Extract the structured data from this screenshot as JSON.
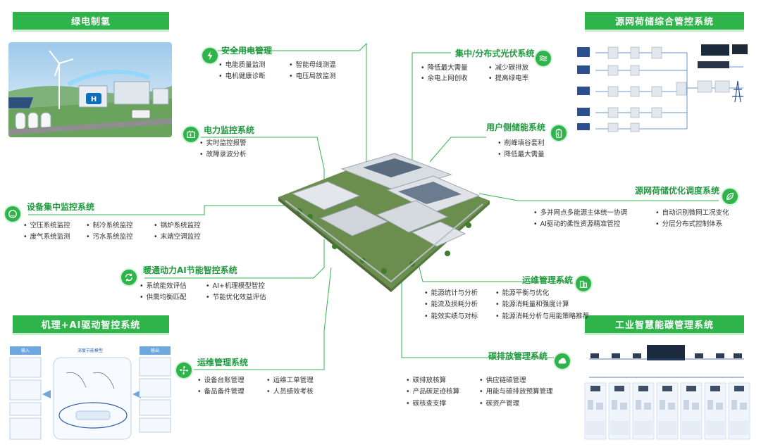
{
  "panels": {
    "green_hydrogen": "绿电制氢",
    "source_grid": "源网荷储综合管控系统",
    "mech_ai": "机理+AI驱动智控系统",
    "industrial_carbon": "工业智慧能碳管理系统"
  },
  "systems": {
    "safety": {
      "title": "安全用电管理",
      "features": [
        "电能质量监测",
        "智能母线测温",
        "电机健康诊断",
        "电压局放监测"
      ]
    },
    "power_monitor": {
      "title": "电力监控系统",
      "features": [
        "实时监控报警",
        "故障录波分析"
      ]
    },
    "equipment": {
      "title": "设备集中监控系统",
      "features": [
        "空压系统监控",
        "制冷系统监控",
        "锅炉系统监控",
        "废气系统监测",
        "污水系统监控",
        "末端空调监控"
      ]
    },
    "hvac": {
      "title": "暖通动力AI节能智控系统",
      "features": [
        "系统能效评估",
        "AI+机理模型智控",
        "供需均衡匹配",
        "节能优化效益评估"
      ]
    },
    "ops_left": {
      "title": "运维管理系统",
      "features": [
        "设备台账管理",
        "运维工单管理",
        "备品备件管理",
        "人员绩效考核"
      ]
    },
    "pv": {
      "title": "集中/分布式光伏系统",
      "features": [
        "降低最大需量",
        "减少碳排放",
        "余电上网创收",
        "提高绿电率"
      ]
    },
    "storage": {
      "title": "用户侧储能系统",
      "features": [
        "削峰填谷套利",
        "降低最大需量"
      ]
    },
    "optimize": {
      "title": "源网荷储优化调度系统",
      "features": [
        "多并网点多能源主体统一协调",
        "自动识别微网工况变化",
        "AI驱动的柔性资源精准管控",
        "分层分布式控制体系"
      ]
    },
    "ops_right": {
      "title": "运维管理系统",
      "features": [
        "能源统计与分析",
        "能源平衡与优化",
        "能流及损耗分析",
        "能源消耗量和强度计算",
        "能效实绩与对标",
        "能源消耗分析与用能策略推荐"
      ]
    },
    "carbon": {
      "title": "碳排放管理系统",
      "features": [
        "碳排放核算",
        "供应链碳管理",
        "产品碳足迹核算",
        "用能与碳排放预算管理",
        "碳核查支撑",
        "碳资产管理"
      ]
    }
  },
  "mech_diagram": {
    "input": "输入",
    "model": "深度节能模型",
    "output": "输出"
  },
  "colors": {
    "accent": "#2fb44c",
    "title": "#1f9a3f",
    "line": "#2fb44c"
  }
}
